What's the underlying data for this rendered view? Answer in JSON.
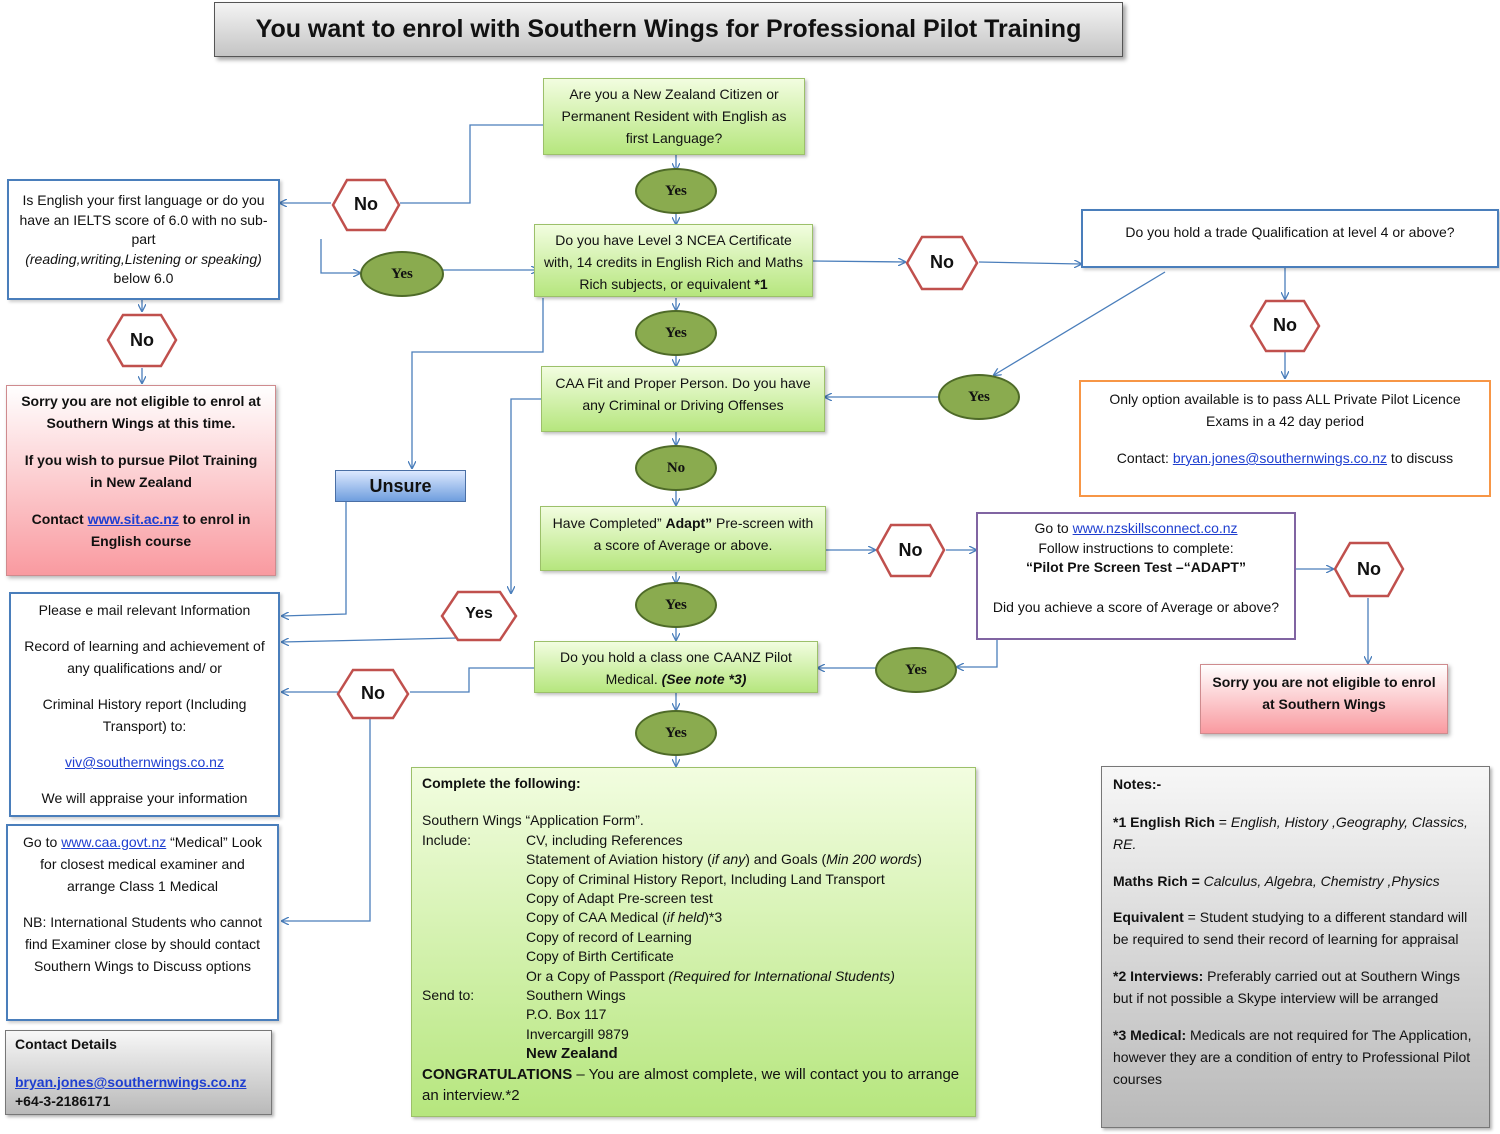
{
  "title": "You want to enrol with Southern Wings for Professional Pilot Training",
  "q_citizen": "Are you a New Zealand Citizen or Permanent Resident with English as first Language?",
  "q_english": {
    "line1": "Is English your first language or do you have an IELTS score of 6.0 with no sub- part",
    "line2_italic": "(reading,writing,Listening or speaking)",
    "line2_rest": " below 6.0"
  },
  "q_ncea": {
    "text": "Do you have Level 3 NCEA Certificate with, 14 credits in  English Rich and Maths Rich  subjects, or equivalent ",
    "note": "*1"
  },
  "q_trade": "Do you hold a trade Qualification at level 4 or above?",
  "ppl_option": {
    "line1": "Only option available is to pass ALL Private Pilot Licence Exams in a 42 day period",
    "contact_prefix": "Contact: ",
    "email": "bryan.jones@southernwings.co.nz",
    "contact_suffix": " to discuss"
  },
  "q_caa": "CAA Fit and Proper Person. Do you have any Criminal or Driving Offenses",
  "q_adapt": {
    "prefix": "Have Completed” ",
    "bold": "Adapt”",
    "suffix": " Pre-screen with a score of Average or above."
  },
  "adapt_box": {
    "goto": "Go to ",
    "link": "www.nzskillsconnect.co.nz",
    "instructions": "Follow instructions to complete:",
    "test": "“Pilot Pre Screen Test –“ADAPT”",
    "question": "Did you achieve a score of Average or above?"
  },
  "q_medical": {
    "text": "Do you hold a class one CAANZ Pilot Medical. ",
    "note": "(See note *3)"
  },
  "not_eligible_nz": {
    "line1": "Sorry you are not eligible to enrol at Southern Wings at this time.",
    "line2": "If you wish to pursue Pilot Training in New Zealand",
    "contact": "Contact ",
    "link": "www.sit.ac.nz",
    "line3": " to enrol in English course"
  },
  "unsure": "Unsure",
  "email_info": {
    "line1": "Please e mail relevant Information",
    "line2": "Record of learning and achievement of any qualifications and/ or",
    "line3": "Criminal History report (Including Transport) to:",
    "email": "viv@southernwings.co.nz",
    "line4": "We will appraise your information"
  },
  "medical_box": {
    "goto": "Go to ",
    "link": "www.caa.govt.nz",
    "line1_rest": "  “Medical” Look for closest medical examiner and arrange Class 1 Medical",
    "line2": "NB: International Students who cannot find Examiner close by should contact Southern Wings to Discuss options"
  },
  "not_eligible_sw": "Sorry you are not eligible to enrol at Southern Wings",
  "complete": {
    "heading": "Complete the following:",
    "form": "Southern Wings  “Application Form”.",
    "include_label": "Include:",
    "items": [
      {
        "text": "CV, including References"
      },
      {
        "parts": [
          "Statement of Aviation history (",
          "if any",
          ") and Goals (",
          "Min 200 words",
          ")"
        ]
      },
      {
        "text": "Copy of Criminal History Report, Including Land Transport"
      },
      {
        "text": "Copy of Adapt Pre-screen test"
      },
      {
        "parts": [
          "Copy of CAA Medical (",
          "if held",
          ")*3"
        ]
      },
      {
        "text": "Copy of record of Learning"
      },
      {
        "text": "Copy of Birth Certificate"
      },
      {
        "parts": [
          "Or a Copy of Passport ",
          "(Required for International Students)",
          ""
        ]
      }
    ],
    "send_label": "Send to:",
    "address": [
      "Southern Wings",
      "P.O. Box 117",
      "Invercargill  9879"
    ],
    "country": "New Zealand",
    "congrats_bold": "CONGRATULATIONS",
    "congrats_rest": " – You are almost complete, we will contact you to arrange an interview.*2"
  },
  "contact": {
    "heading": "Contact Details",
    "email": "bryan.jones@southernwings.co.nz",
    "phone": "+64-3-2186171"
  },
  "notes": {
    "heading": "Notes:-",
    "english_label": "*1 English Rich",
    "english_sep": " = ",
    "english_value": "English, History ,Geography, Classics, RE.",
    "maths_label": "Maths Rich =",
    "maths_value": " Calculus, Algebra, Chemistry ,Physics",
    "equiv_label": "Equivalent",
    "equiv_value": " = Student studying to a different standard will be required to send their record of learning for appraisal",
    "interviews_label": "*2 Interviews:",
    "interviews_value": "  Preferably carried out at Southern Wings but if not possible a Skype interview will be arranged",
    "medical_label": "*3 Medical:",
    "medical_value": " Medicals are not required for The Application, however  they are a condition of entry to Professional Pilot courses"
  },
  "labels": {
    "yes": "Yes",
    "no": "No"
  },
  "colors": {
    "green_box": "#b6e67e",
    "yes_ellipse": "#8aab4f",
    "no_hexagon_border": "#c0504d",
    "connector": "#4a7ebb",
    "blue_border": "#4a7ebb",
    "orange_border": "#f79646",
    "purple_border": "#8064a2",
    "pink_box": "#f99aa0"
  }
}
